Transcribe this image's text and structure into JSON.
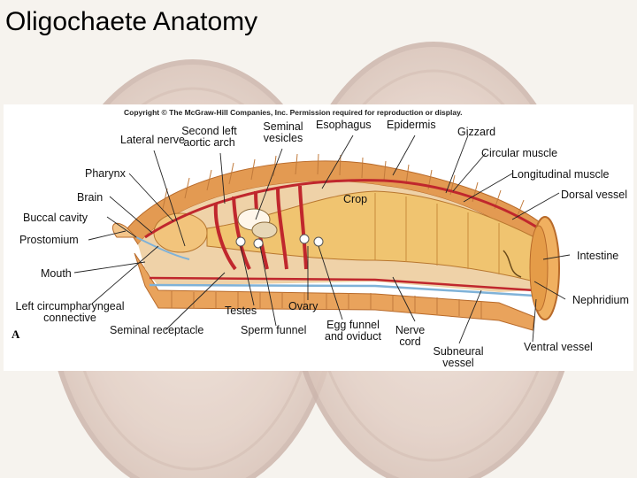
{
  "slide": {
    "title": "Oligochaete Anatomy"
  },
  "figure": {
    "copyright": "Copyright © The McGraw-Hill Companies, Inc. Permission required for reproduction or display.",
    "panel_letter": "A",
    "labels": {
      "lateral_nerve": "Lateral nerve",
      "second_left_aortic_arch": "Second left aortic arch",
      "seminal_vesicles": "Seminal vesicles",
      "esophagus": "Esophagus",
      "epidermis": "Epidermis",
      "gizzard": "Gizzard",
      "circular_muscle": "Circular muscle",
      "longitudinal_muscle": "Longitudinal muscle",
      "dorsal_vessel": "Dorsal vessel",
      "pharynx": "Pharynx",
      "brain": "Brain",
      "buccal_cavity": "Buccal cavity",
      "prostomium": "Prostomium",
      "crop": "Crop",
      "intestine": "Intestine",
      "mouth": "Mouth",
      "nephridium": "Nephridium",
      "left_circumpharyngeal_connective": "Left circumpharyngeal connective",
      "testes": "Testes",
      "ovary": "Ovary",
      "seminal_receptacle": "Seminal receptacle",
      "sperm_funnel": "Sperm funnel",
      "egg_funnel_and_oviduct": "Egg funnel and oviduct",
      "nerve_cord": "Nerve cord",
      "subneural_vessel": "Subneural vessel",
      "ventral_vessel": "Ventral vessel"
    }
  },
  "colors": {
    "background": "#f6f3ee",
    "earthworm_body": "#e8a35a",
    "blood_vessel": "#c0272d",
    "nerve": "#7fb2d8",
    "gut": "#f0c470"
  }
}
